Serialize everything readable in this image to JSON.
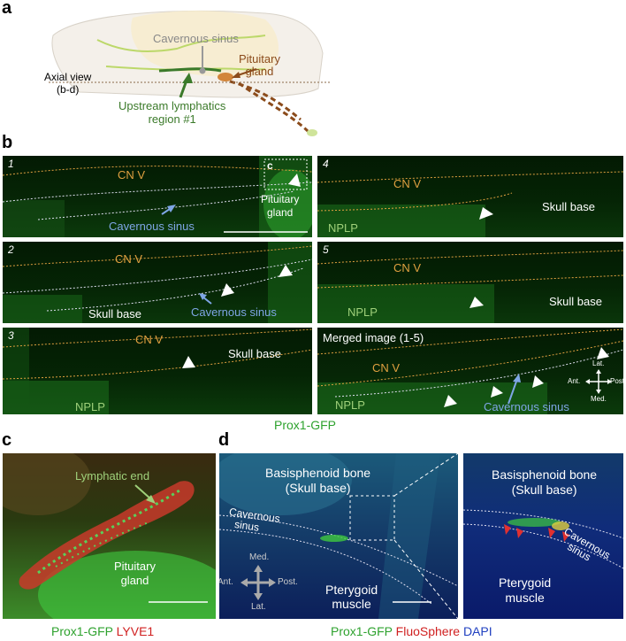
{
  "panel_a": {
    "letter": "a",
    "cavernous_sinus": "Cavernous sinus",
    "pituitary_line1": "Pituitary",
    "pituitary_line2": "gland",
    "axial_line1": "Axial view",
    "axial_line2": "(b-d)",
    "upstream_line1": "Upstream lymphatics",
    "upstream_line2": "region #1"
  },
  "panel_b": {
    "letter": "b",
    "tiles": [
      {
        "num": "1",
        "cnv": "CN V",
        "inset": "c",
        "sinus": "Cavernous sinus",
        "pit1": "Pituitary",
        "pit2": "gland"
      },
      {
        "num": "2",
        "cnv": "CN V",
        "skull": "Skull base",
        "sinus": "Cavernous sinus"
      },
      {
        "num": "3",
        "cnv": "CN V",
        "skull": "Skull base",
        "nplp": "NPLP"
      },
      {
        "num": "4",
        "cnv": "CN V",
        "skull": "Skull base",
        "nplp": "NPLP"
      },
      {
        "num": "5",
        "cnv": "CN V",
        "skull": "Skull base",
        "nplp": "NPLP"
      },
      {
        "title": "Merged image (1-5)",
        "cnv": "CN V",
        "nplp": "NPLP",
        "sinus": "Cavernous sinus",
        "lat": "Lat.",
        "med": "Med.",
        "ant": "Ant.",
        "post": "Post."
      }
    ],
    "caption": "Prox1-GFP"
  },
  "panel_c": {
    "letter": "c",
    "lymphatic_end": "Lymphatic end",
    "pit1": "Pituitary",
    "pit2": "gland",
    "caption_green": "Prox1-GFP",
    "caption_red": "LYVE1"
  },
  "panel_d": {
    "letter": "d",
    "bone1": "Basisphenoid bone",
    "bone2": "(Skull base)",
    "sinus1": "Cavernous",
    "sinus2": "sinus",
    "muscle1": "Pterygoid",
    "muscle2": "muscle",
    "med": "Med.",
    "lat": "Lat.",
    "ant": "Ant.",
    "post": "Post.",
    "r_bone1": "Basisphenoid bone",
    "r_bone2": "(Skull base)",
    "r_sinus": "Cavernous",
    "r_sinus2": "sinus",
    "r_muscle1": "Pterygoid",
    "r_muscle2": "muscle",
    "caption_green": "Prox1-GFP",
    "caption_red": "FluoSphere",
    "caption_blue": "DAPI"
  },
  "colors": {
    "label_orange": "#e0a040",
    "label_blue": "#7fa6e6",
    "gfp_green": "#3fc93f",
    "lyve1_red": "#e03030",
    "dapi_blue": "#1f3fbf"
  }
}
